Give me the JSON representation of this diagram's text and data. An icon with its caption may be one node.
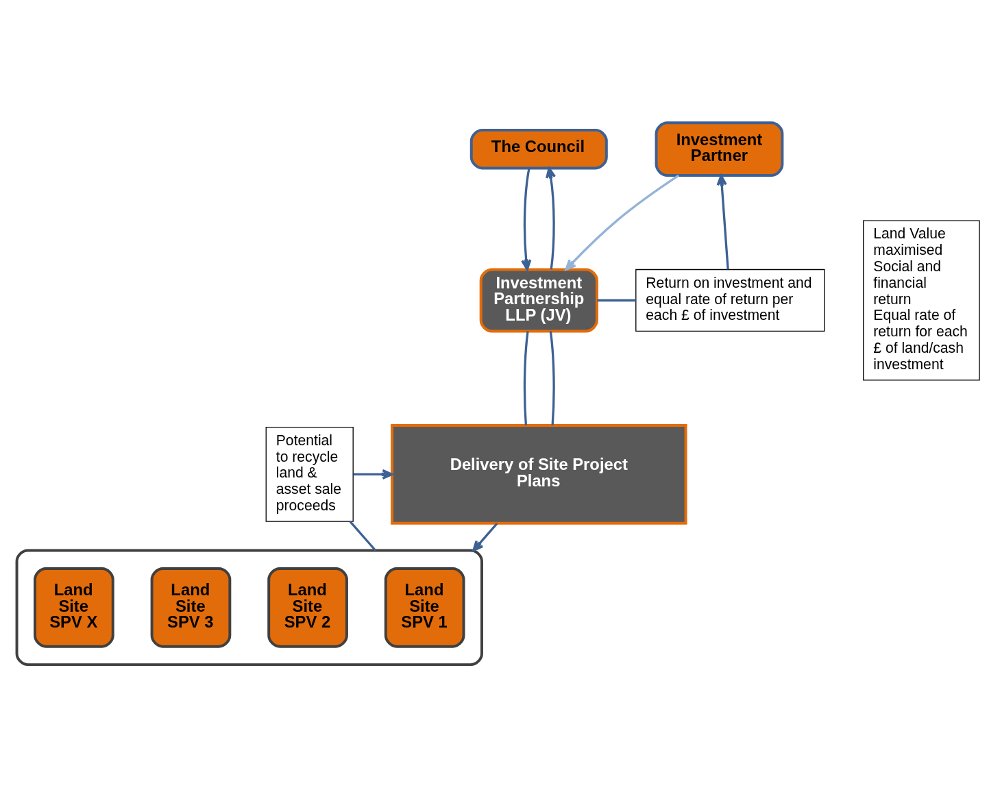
{
  "diagram": {
    "nodes": [
      {
        "text": [
          "Investment Partner"
        ]
      },
      {
        "text": [
          "The Council"
        ]
      },
      {
        "text": [
          "Investment Partnership LLP (JV)"
        ]
      },
      {
        "text": [
          "Return on investment and equal rate of return per each £ of investment"
        ]
      },
      {
        "text": [
          "Delivery of Site Project Plans"
        ]
      },
      {
        "text": [
          "Potential to recycle land & asset sale proceeds"
        ]
      },
      {
        "text": [],
        "shape": "box"
      },
      {
        "text": [
          "Land Site SPV 1"
        ],
        "in": 6
      },
      {
        "text": [
          "Land Site SPV 2"
        ],
        "in": 6
      },
      {
        "text": [
          "Land Site SPV 3"
        ],
        "in": 6
      },
      {
        "text": [
          "Land Site SPV X"
        ],
        "in": 6
      },
      {
        "text": [
          "Land Value maximised",
          "Social and financial return",
          "Equal rate of return for each £ of land/cash investment"
        ]
      }
    ],
    "edges": [
      {
        "from": 0,
        "to": 2,
        "arrow": "to",
        "color": "#95b3d7"
      },
      {
        "from": 1,
        "to": 2,
        "arrow": "to"
      },
      {
        "from": 2,
        "to": 3,
        "arrow": "none"
      },
      {
        "from": 3,
        "to": 0,
        "arrow": "to"
      },
      {
        "from": 2,
        "to": 1,
        "arrow": "to"
      },
      {
        "from": 2,
        "to": 4,
        "arrow": "none"
      },
      {
        "from": 2,
        "to": 4,
        "arrow": "none"
      },
      {
        "from": 4,
        "to": 6,
        "arrow": "to"
      },
      {
        "from": 6,
        "to": 5,
        "arrow": "none"
      },
      {
        "from": 5,
        "to": 4,
        "arrow": "to"
      }
    ]
  }
}
